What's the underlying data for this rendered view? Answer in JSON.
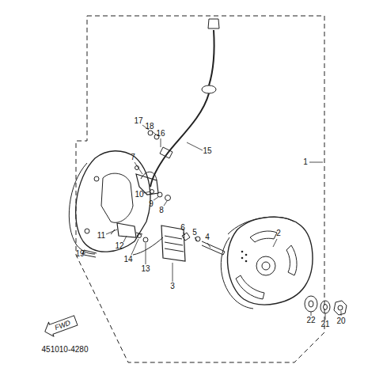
{
  "diagram": {
    "nodes": [
      {
        "text": [
          "FWD"
        ]
      }
    ],
    "edges": [],
    "labels": [
      "1",
      "2",
      "3",
      "4",
      "5",
      "6",
      "7",
      "8",
      "9",
      "10",
      "11",
      "12",
      "13",
      "14",
      "15",
      "16",
      "17",
      "18",
      "19",
      "20",
      "21",
      "22",
      "451010-4280"
    ]
  }
}
